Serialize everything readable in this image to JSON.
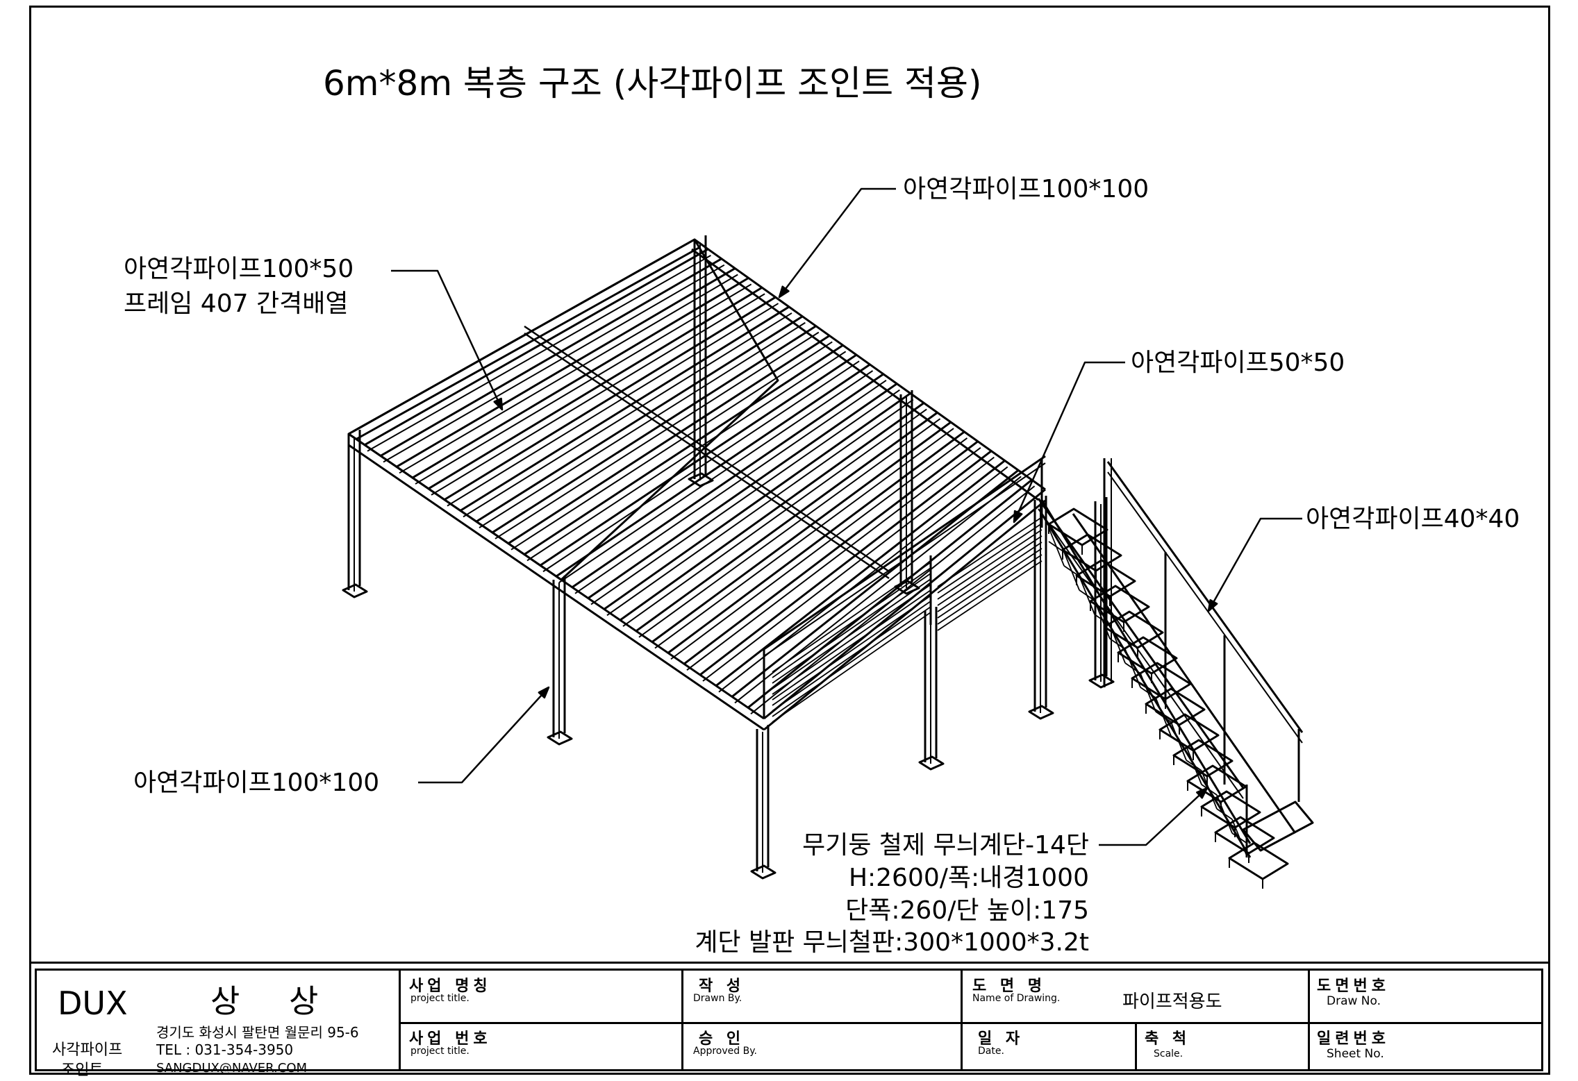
{
  "title": "6m*8m  복층 구조  (사각파이프 조인트 적용)",
  "callouts": {
    "top_beam": "아연각파이프100*100",
    "joist_line1": "아연각파이프100*50",
    "joist_line2": "프레임 407 간격배열",
    "rail_50": "아연각파이프50*50",
    "rail_40": "아연각파이프40*40",
    "column": "아연각파이프100*100"
  },
  "stair_spec": {
    "line1": "무기둥 철제 무늬계단-14단",
    "line2": "H:2600/폭:내경1000",
    "line3": "단폭:260/단 높이:175",
    "line4": "계단 발판 무늬철판:300*1000*3.2t"
  },
  "title_block": {
    "company": "DUX",
    "company_kr": "상 상",
    "tagline_1": "사각파이프",
    "tagline_2": "조인트",
    "address": "경기도 화성시 팔탄면 월문리 95-6",
    "tel": "TEL : 031-354-3950",
    "email": "SANGDUX@NAVER.COM",
    "project_name_ko": "사업 명칭",
    "project_name_en": "project title.",
    "project_no_ko": "사업 번호",
    "project_no_en": "project title.",
    "drawn_ko": "작  성",
    "drawn_en": "Drawn By.",
    "approved_ko": "승  인",
    "approved_en": "Approved By.",
    "drawing_name_ko": "도 면 명",
    "drawing_name_en": "Name of Drawing.",
    "drawing_name_value": "파이프적용도",
    "date_ko": "일  자",
    "date_en": "Date.",
    "scale_ko": "축  척",
    "scale_en": "Scale.",
    "draw_no_ko": "도면번호",
    "draw_no_en": "Draw No.",
    "sheet_no_ko": "일련번호",
    "sheet_no_en": "Sheet No."
  }
}
